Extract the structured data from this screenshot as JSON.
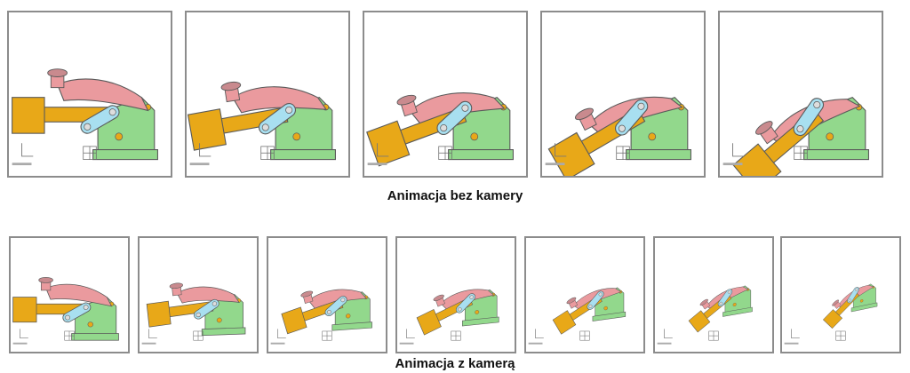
{
  "captions": {
    "top": "Animacja bez kamery",
    "bottom": "Animacja z kamerą"
  },
  "colors": {
    "cylinder": "#e8a818",
    "arm": "#ea9a9e",
    "link": "#a8dff0",
    "base": "#92d88c",
    "frame_border": "#8c8c8c",
    "outline": "#5a5a5a"
  },
  "top_row": {
    "frames": [
      {
        "angle": 0
      },
      {
        "angle": 0.25
      },
      {
        "angle": 0.5
      },
      {
        "angle": 0.75
      },
      {
        "angle": 1
      }
    ]
  },
  "bottom_row": {
    "frames": [
      {
        "angle": 0,
        "view": 0
      },
      {
        "angle": 0.15,
        "view": 0.17
      },
      {
        "angle": 0.4,
        "view": 0.34
      },
      {
        "angle": 0.55,
        "view": 0.5
      },
      {
        "angle": 0.7,
        "view": 0.67
      },
      {
        "angle": 0.85,
        "view": 0.83
      },
      {
        "angle": 1,
        "view": 1
      }
    ]
  }
}
